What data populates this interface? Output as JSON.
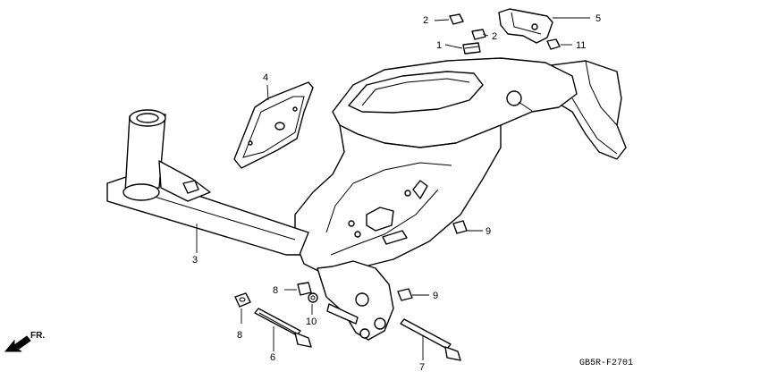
{
  "diagram": {
    "direction_label": "FR.",
    "code": "GB5R-F2701",
    "callouts": [
      {
        "id": "c1",
        "text": "1"
      },
      {
        "id": "c2a",
        "text": "2"
      },
      {
        "id": "c2b",
        "text": "2"
      },
      {
        "id": "c3",
        "text": "3"
      },
      {
        "id": "c4",
        "text": "4"
      },
      {
        "id": "c5",
        "text": "5"
      },
      {
        "id": "c6",
        "text": "6"
      },
      {
        "id": "c7",
        "text": "7"
      },
      {
        "id": "c8a",
        "text": "8"
      },
      {
        "id": "c8b",
        "text": "8"
      },
      {
        "id": "c9a",
        "text": "9"
      },
      {
        "id": "c9b",
        "text": "9"
      },
      {
        "id": "c10",
        "text": "10"
      },
      {
        "id": "c11",
        "text": "11"
      }
    ]
  }
}
